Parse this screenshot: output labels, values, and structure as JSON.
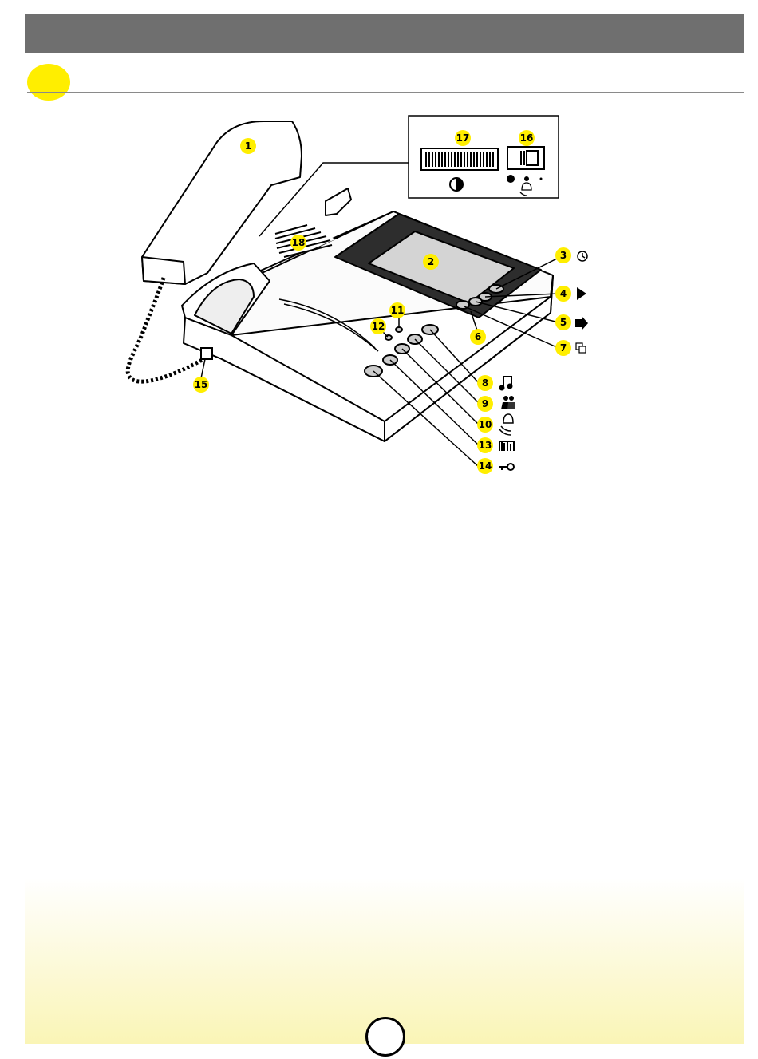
{
  "callouts": {
    "c1": "1",
    "c2": "2",
    "c3": "3",
    "c4": "4",
    "c5": "5",
    "c6": "6",
    "c7": "7",
    "c8": "8",
    "c9": "9",
    "c10": "10",
    "c11": "11",
    "c12": "12",
    "c13": "13",
    "c14": "14",
    "c15": "15",
    "c16": "16",
    "c17": "17",
    "c18": "18"
  },
  "icons": {
    "3": "clock-icon",
    "4": "play-triangle-icon",
    "5": "arrow-right-icon",
    "7": "overlap-squares-icon",
    "8": "music-note-icon",
    "9": "persons-icon",
    "10": "bell-icon",
    "13": "door-icon",
    "14": "key-icon",
    "16": "ringer-volume-icons",
    "17": "contrast-icon"
  },
  "colors": {
    "header": "#6f6f6f",
    "highlight": "#ffee00",
    "bottom_panel": "#faf5b6",
    "line": "#000000"
  }
}
